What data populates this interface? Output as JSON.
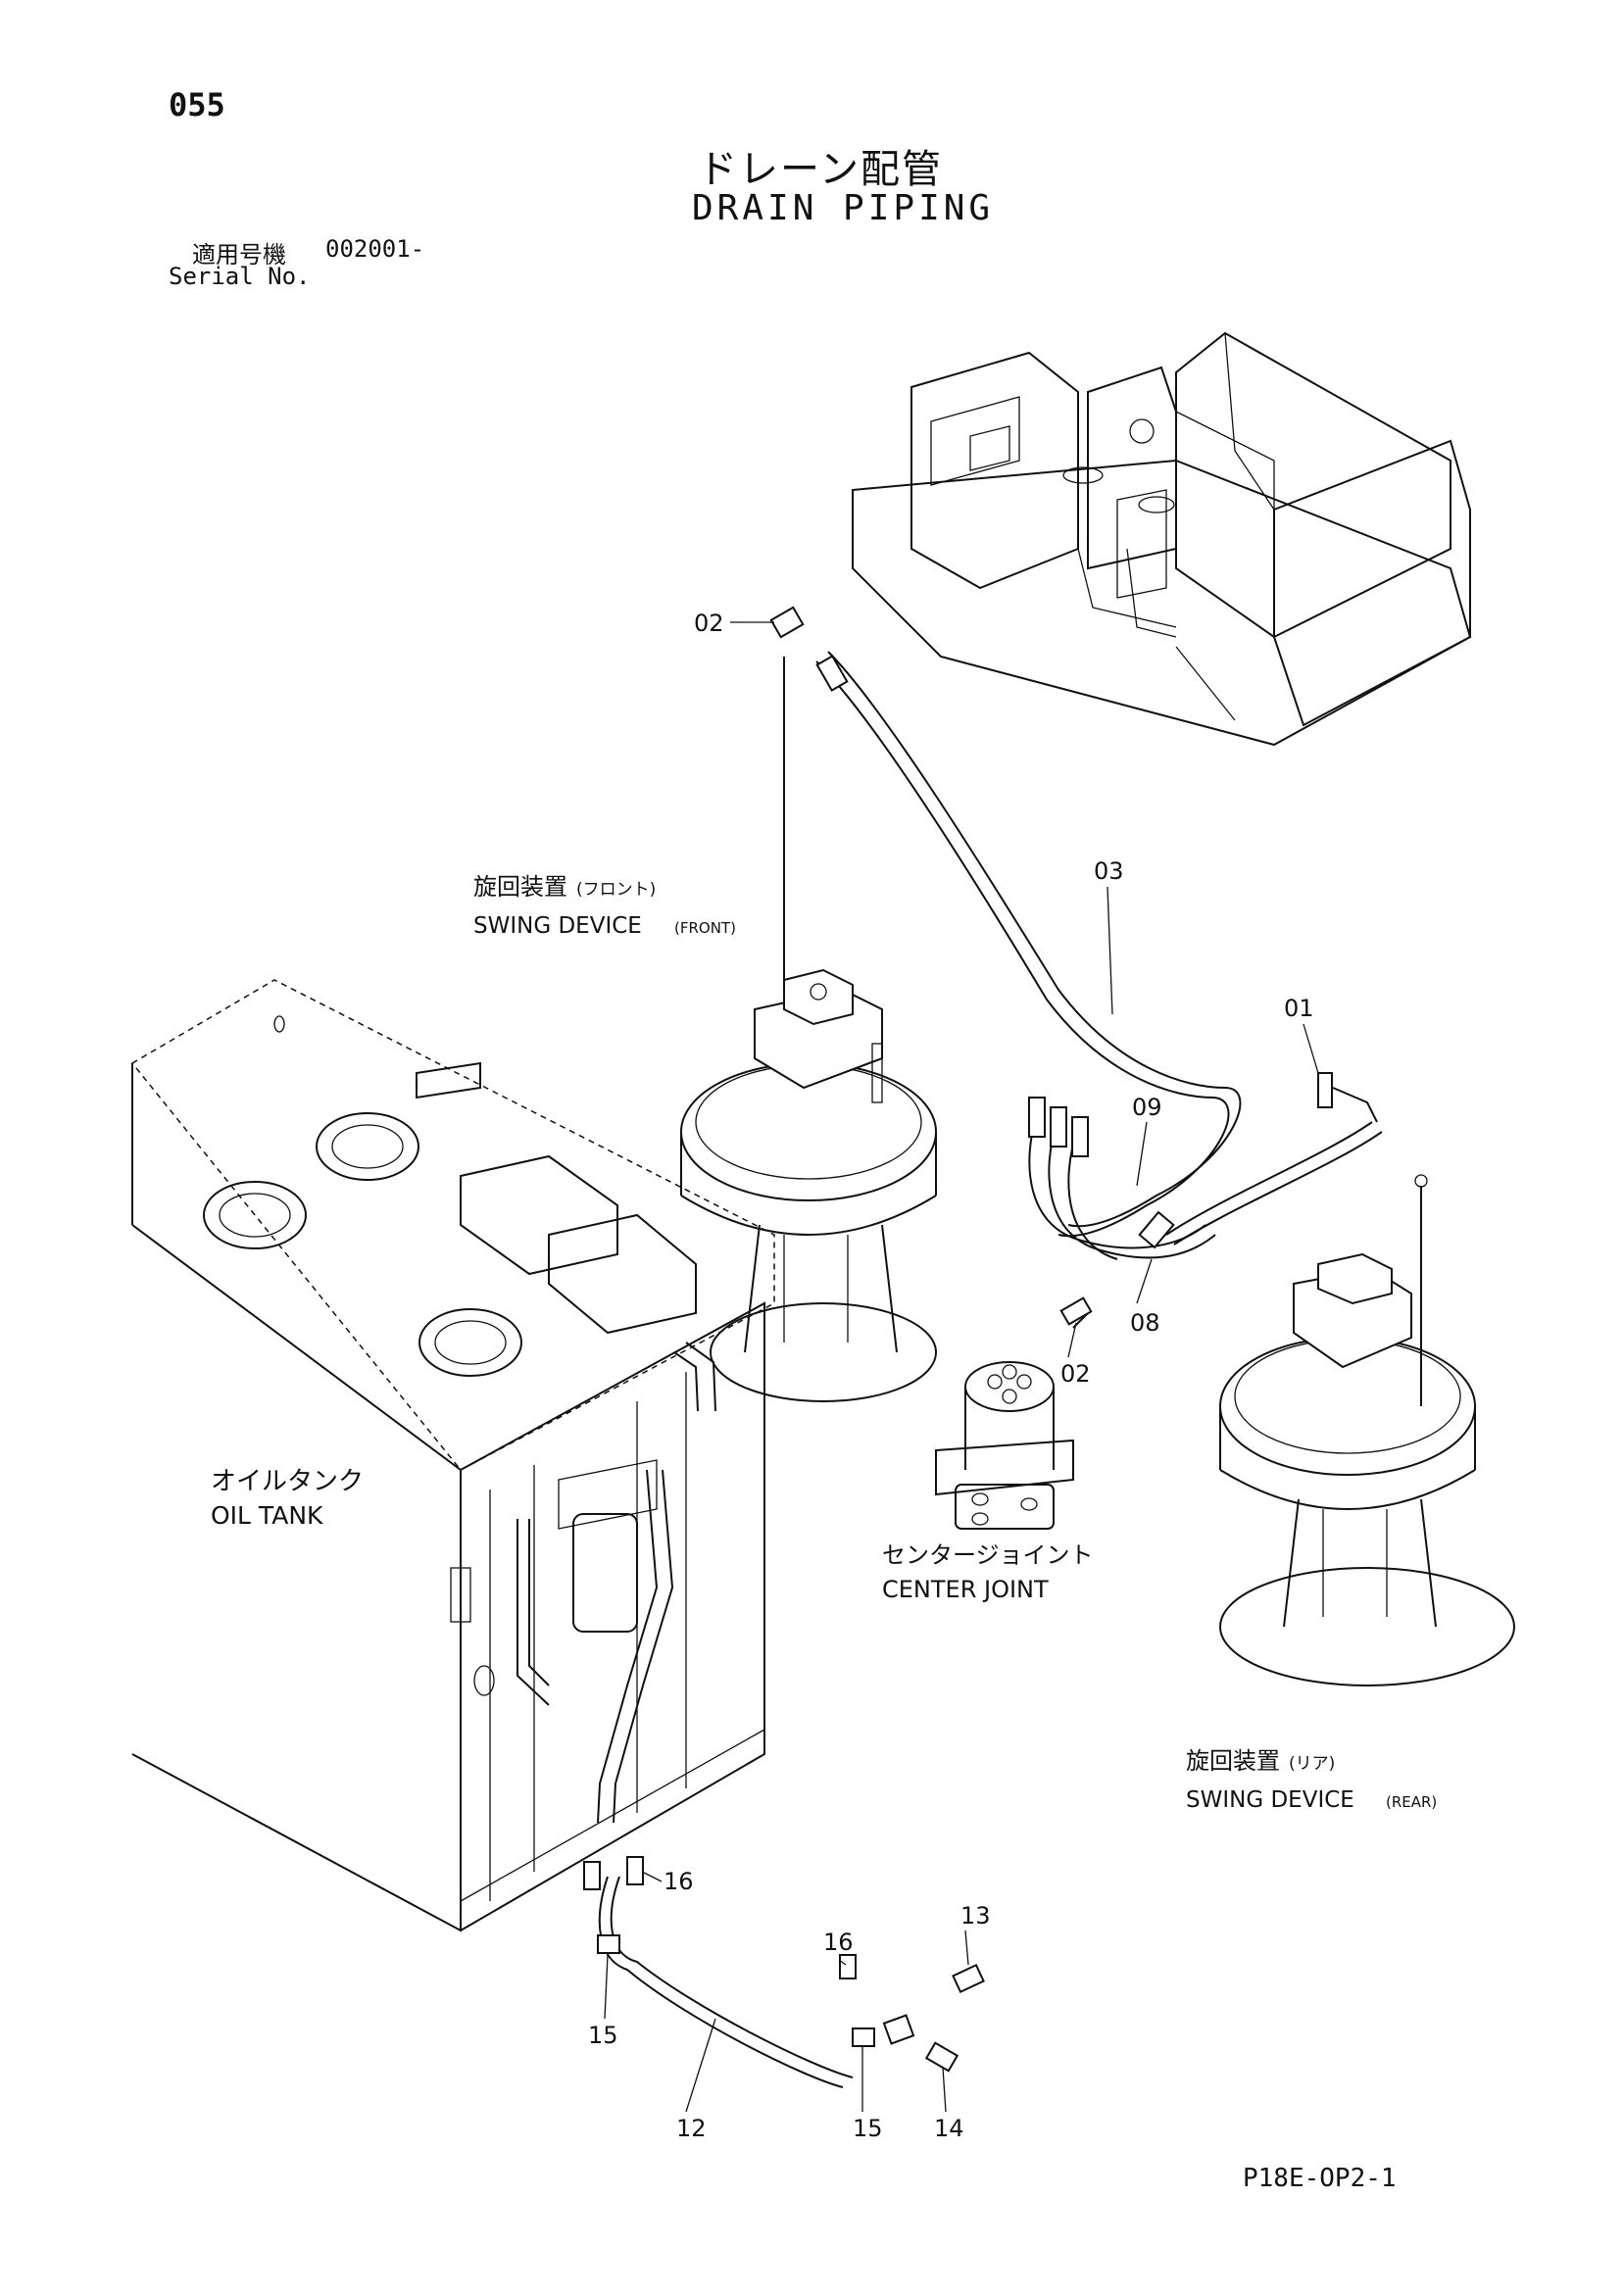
{
  "header": {
    "page_number": "055",
    "title_jp": "ドレーン配管",
    "title_en": "DRAIN PIPING",
    "serial_label_jp": "適用号機",
    "serial_value": "002001-",
    "serial_label_en": "Serial No."
  },
  "components": {
    "swing_front_jp": "旋回装置",
    "swing_front_jp_sub": "(フロント)",
    "swing_front_en": "SWING DEVICE",
    "swing_front_en_sub": "(FRONT)",
    "swing_rear_jp": "旋回装置",
    "swing_rear_jp_sub": "(リア)",
    "swing_rear_en": "SWING DEVICE",
    "swing_rear_en_sub": "(REAR)",
    "oil_tank_jp": "オイルタンク",
    "oil_tank_en": "OIL TANK",
    "center_joint_jp": "センタージョイント",
    "center_joint_en": "CENTER JOINT"
  },
  "callouts": {
    "c02_top": "02",
    "c03": "03",
    "c01": "01",
    "c09": "09",
    "c08": "08",
    "c02_mid": "02",
    "c16_left": "16",
    "c16_right": "16",
    "c13": "13",
    "c15_left": "15",
    "c12": "12",
    "c15_right": "15",
    "c14": "14"
  },
  "footer": {
    "doc_code": "P18E-OP2-1"
  }
}
